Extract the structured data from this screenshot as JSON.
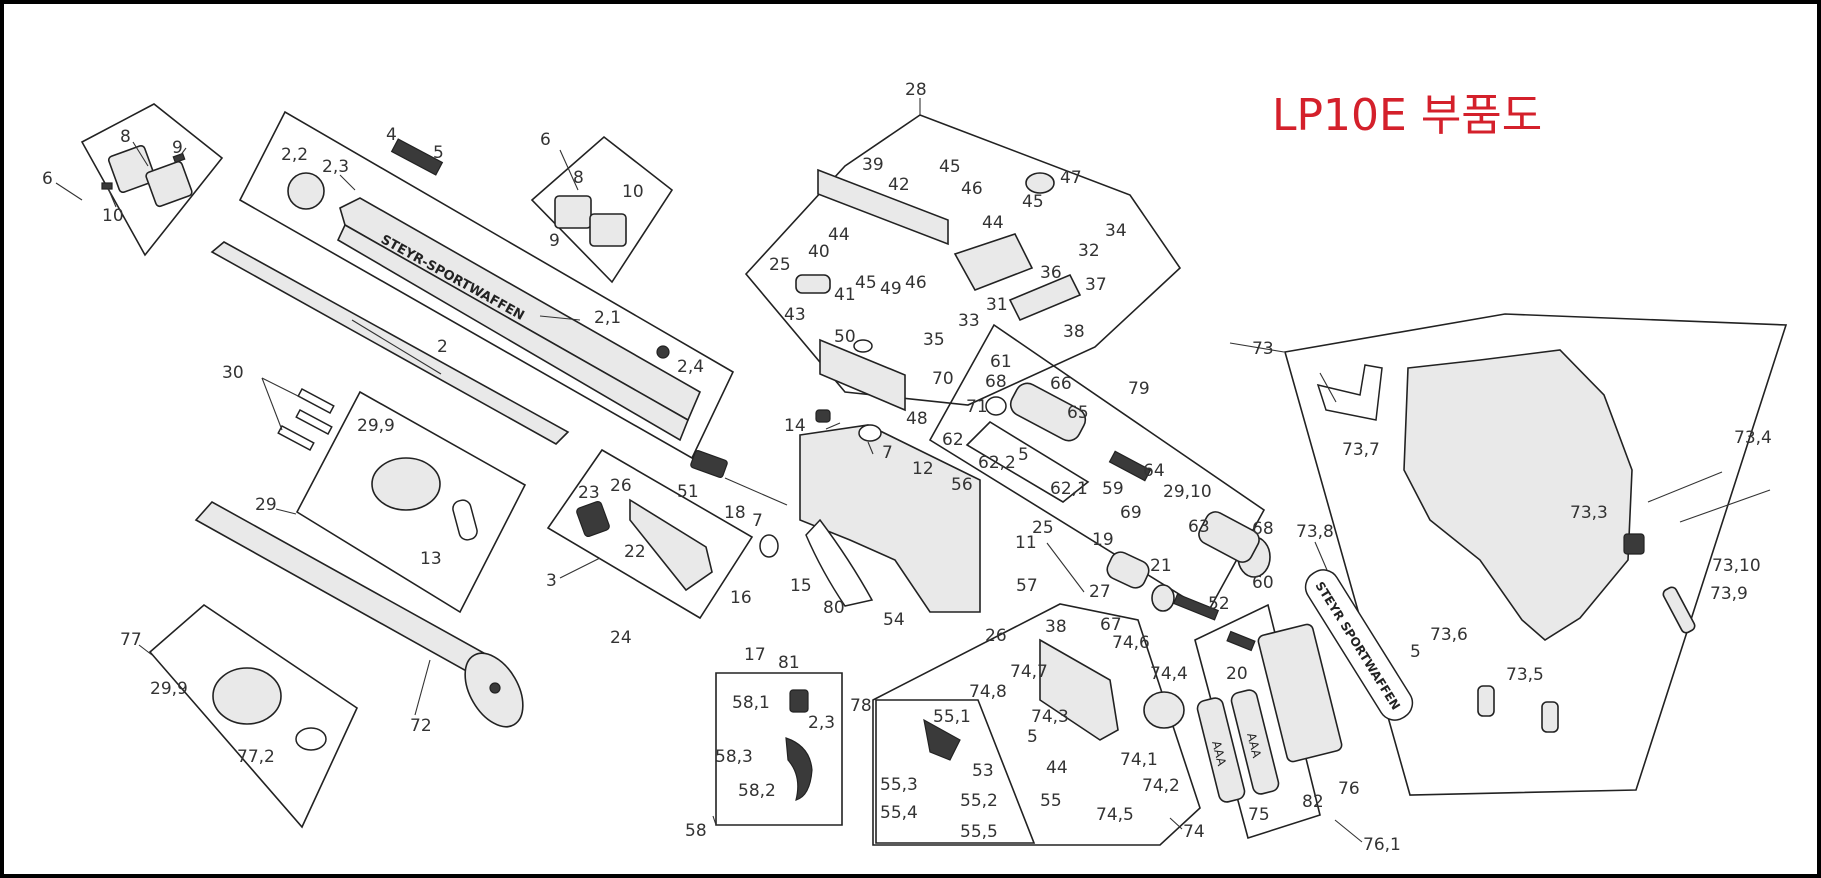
{
  "title": "LP10E 부품도",
  "labels": [
    {
      "id": "l6a",
      "text": "6"
    },
    {
      "id": "l8a",
      "text": "8"
    },
    {
      "id": "l9a",
      "text": "9"
    },
    {
      "id": "l10a",
      "text": "10"
    },
    {
      "id": "l2_2",
      "text": "2,2"
    },
    {
      "id": "l2_3",
      "text": "2,3"
    },
    {
      "id": "l4",
      "text": "4"
    },
    {
      "id": "l5a",
      "text": "5"
    },
    {
      "id": "l2",
      "text": "2"
    },
    {
      "id": "l2_1",
      "text": "2,1"
    },
    {
      "id": "l2_4",
      "text": "2,4"
    },
    {
      "id": "l6b",
      "text": "6"
    },
    {
      "id": "l8b",
      "text": "8"
    },
    {
      "id": "l10b",
      "text": "10"
    },
    {
      "id": "l9b",
      "text": "9"
    },
    {
      "id": "l30",
      "text": "30"
    },
    {
      "id": "l29_9a",
      "text": "29,9"
    },
    {
      "id": "l29",
      "text": "29"
    },
    {
      "id": "l13",
      "text": "13"
    },
    {
      "id": "l77",
      "text": "77"
    },
    {
      "id": "l29_9b",
      "text": "29,9"
    },
    {
      "id": "l72",
      "text": "72"
    },
    {
      "id": "l77_2",
      "text": "77,2"
    },
    {
      "id": "l28",
      "text": "28"
    },
    {
      "id": "l39",
      "text": "39"
    },
    {
      "id": "l45a",
      "text": "45"
    },
    {
      "id": "l42",
      "text": "42"
    },
    {
      "id": "l46a",
      "text": "46"
    },
    {
      "id": "l47",
      "text": "47"
    },
    {
      "id": "l45b",
      "text": "45"
    },
    {
      "id": "l44a",
      "text": "44"
    },
    {
      "id": "l34",
      "text": "34"
    },
    {
      "id": "l25a",
      "text": "25"
    },
    {
      "id": "l44b",
      "text": "44"
    },
    {
      "id": "l40",
      "text": "40"
    },
    {
      "id": "l32",
      "text": "32"
    },
    {
      "id": "l45c",
      "text": "45"
    },
    {
      "id": "l46b",
      "text": "46"
    },
    {
      "id": "l41",
      "text": "41"
    },
    {
      "id": "l49",
      "text": "49"
    },
    {
      "id": "l36",
      "text": "36"
    },
    {
      "id": "l37",
      "text": "37"
    },
    {
      "id": "l43",
      "text": "43"
    },
    {
      "id": "l31",
      "text": "31"
    },
    {
      "id": "l33",
      "text": "33"
    },
    {
      "id": "l38a",
      "text": "38"
    },
    {
      "id": "l50",
      "text": "50"
    },
    {
      "id": "l35",
      "text": "35"
    },
    {
      "id": "l70",
      "text": "70"
    },
    {
      "id": "l48",
      "text": "48"
    },
    {
      "id": "l61",
      "text": "61"
    },
    {
      "id": "l68a",
      "text": "68"
    },
    {
      "id": "l66",
      "text": "66"
    },
    {
      "id": "l71",
      "text": "71"
    },
    {
      "id": "l65",
      "text": "65"
    },
    {
      "id": "l79",
      "text": "79"
    },
    {
      "id": "l62",
      "text": "62"
    },
    {
      "id": "l5b",
      "text": "5"
    },
    {
      "id": "l62_2",
      "text": "62,2"
    },
    {
      "id": "l62_1",
      "text": "62,1"
    },
    {
      "id": "l59",
      "text": "59"
    },
    {
      "id": "l64",
      "text": "64"
    },
    {
      "id": "l29_10",
      "text": "29,10"
    },
    {
      "id": "l69",
      "text": "69"
    },
    {
      "id": "l63",
      "text": "63"
    },
    {
      "id": "l68b",
      "text": "68"
    },
    {
      "id": "l60",
      "text": "60"
    },
    {
      "id": "l14",
      "text": "14"
    },
    {
      "id": "l7a",
      "text": "7"
    },
    {
      "id": "l51",
      "text": "51"
    },
    {
      "id": "l12",
      "text": "12"
    },
    {
      "id": "l56",
      "text": "56"
    },
    {
      "id": "l25b",
      "text": "25"
    },
    {
      "id": "l11",
      "text": "11"
    },
    {
      "id": "l18",
      "text": "18"
    },
    {
      "id": "l7b",
      "text": "7"
    },
    {
      "id": "l23",
      "text": "23"
    },
    {
      "id": "l26a",
      "text": "26"
    },
    {
      "id": "l22",
      "text": "22"
    },
    {
      "id": "l3",
      "text": "3"
    },
    {
      "id": "l57",
      "text": "57"
    },
    {
      "id": "l27",
      "text": "27"
    },
    {
      "id": "l19",
      "text": "19"
    },
    {
      "id": "l21",
      "text": "21"
    },
    {
      "id": "l52",
      "text": "52"
    },
    {
      "id": "l15",
      "text": "15"
    },
    {
      "id": "l16",
      "text": "16"
    },
    {
      "id": "l80",
      "text": "80"
    },
    {
      "id": "l54",
      "text": "54"
    },
    {
      "id": "l26b",
      "text": "26"
    },
    {
      "id": "l24",
      "text": "24"
    },
    {
      "id": "l17",
      "text": "17"
    },
    {
      "id": "l81",
      "text": "81"
    },
    {
      "id": "l78",
      "text": "78"
    },
    {
      "id": "l38b",
      "text": "38"
    },
    {
      "id": "l67",
      "text": "67"
    },
    {
      "id": "l74_6",
      "text": "74,6"
    },
    {
      "id": "l74_7",
      "text": "74,7"
    },
    {
      "id": "l74_4",
      "text": "74,4"
    },
    {
      "id": "l74_8",
      "text": "74,8"
    },
    {
      "id": "l74_3",
      "text": "74,3"
    },
    {
      "id": "l5c",
      "text": "5"
    },
    {
      "id": "l74_1",
      "text": "74,1"
    },
    {
      "id": "l74_2",
      "text": "74,2"
    },
    {
      "id": "l44c",
      "text": "44"
    },
    {
      "id": "l74_5",
      "text": "74,5"
    },
    {
      "id": "l74",
      "text": "74"
    },
    {
      "id": "l20",
      "text": "20"
    },
    {
      "id": "l58_1",
      "text": "58,1"
    },
    {
      "id": "l2_3b",
      "text": "2,3"
    },
    {
      "id": "l58_3",
      "text": "58,3"
    },
    {
      "id": "l58_2",
      "text": "58,2"
    },
    {
      "id": "l58",
      "text": "58"
    },
    {
      "id": "l55_1",
      "text": "55,1"
    },
    {
      "id": "l53",
      "text": "53"
    },
    {
      "id": "l55_3",
      "text": "55,3"
    },
    {
      "id": "l55_2",
      "text": "55,2"
    },
    {
      "id": "l55",
      "text": "55"
    },
    {
      "id": "l55_4",
      "text": "55,4"
    },
    {
      "id": "l55_5",
      "text": "55,5"
    },
    {
      "id": "l75",
      "text": "75"
    },
    {
      "id": "l82",
      "text": "82"
    },
    {
      "id": "l76",
      "text": "76"
    },
    {
      "id": "l76_1",
      "text": "76,1"
    },
    {
      "id": "l73_8",
      "text": "73,8"
    },
    {
      "id": "l73",
      "text": "73"
    },
    {
      "id": "l73_7",
      "text": "73,7"
    },
    {
      "id": "l73_4",
      "text": "73,4"
    },
    {
      "id": "l73_3",
      "text": "73,3"
    },
    {
      "id": "l73_10",
      "text": "73,10"
    },
    {
      "id": "l73_9",
      "text": "73,9"
    },
    {
      "id": "l5d",
      "text": "5"
    },
    {
      "id": "l73_6",
      "text": "73,6"
    },
    {
      "id": "l73_5",
      "text": "73,5"
    }
  ],
  "part_text": {
    "receiver_engraving": "STEYR-SPORTWAFFEN",
    "plate_engraving": "STEYR SPORTWAFFEN",
    "battery_text_a": "AAA",
    "battery_text_b": "AAA"
  },
  "colors": {
    "title": "#d4202b",
    "lines": "#222222",
    "labels": "#333333"
  }
}
